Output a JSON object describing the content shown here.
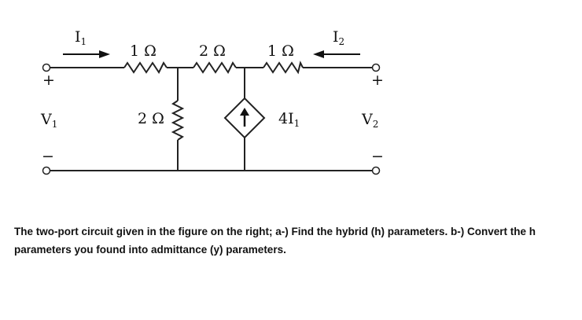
{
  "circuit": {
    "current_labels": {
      "i1": "I",
      "i1_sub": "1",
      "i2": "I",
      "i2_sub": "2"
    },
    "voltage_labels": {
      "v1": "V",
      "v1_sub": "1",
      "v2": "V",
      "v2_sub": "2"
    },
    "polarity": {
      "plus": "+",
      "minus": "−"
    },
    "resistors": {
      "series_left": "1 Ω",
      "series_middle": "2 Ω",
      "series_right": "1 Ω",
      "shunt": "2 Ω"
    },
    "dependent_source": {
      "coefficient": "4I",
      "sub": "1"
    }
  },
  "problem_text": "The two-port circuit given in the figure on the right; a-) Find the hybrid (h) parameters. b-) Convert the h parameters you found into admittance (y) parameters."
}
